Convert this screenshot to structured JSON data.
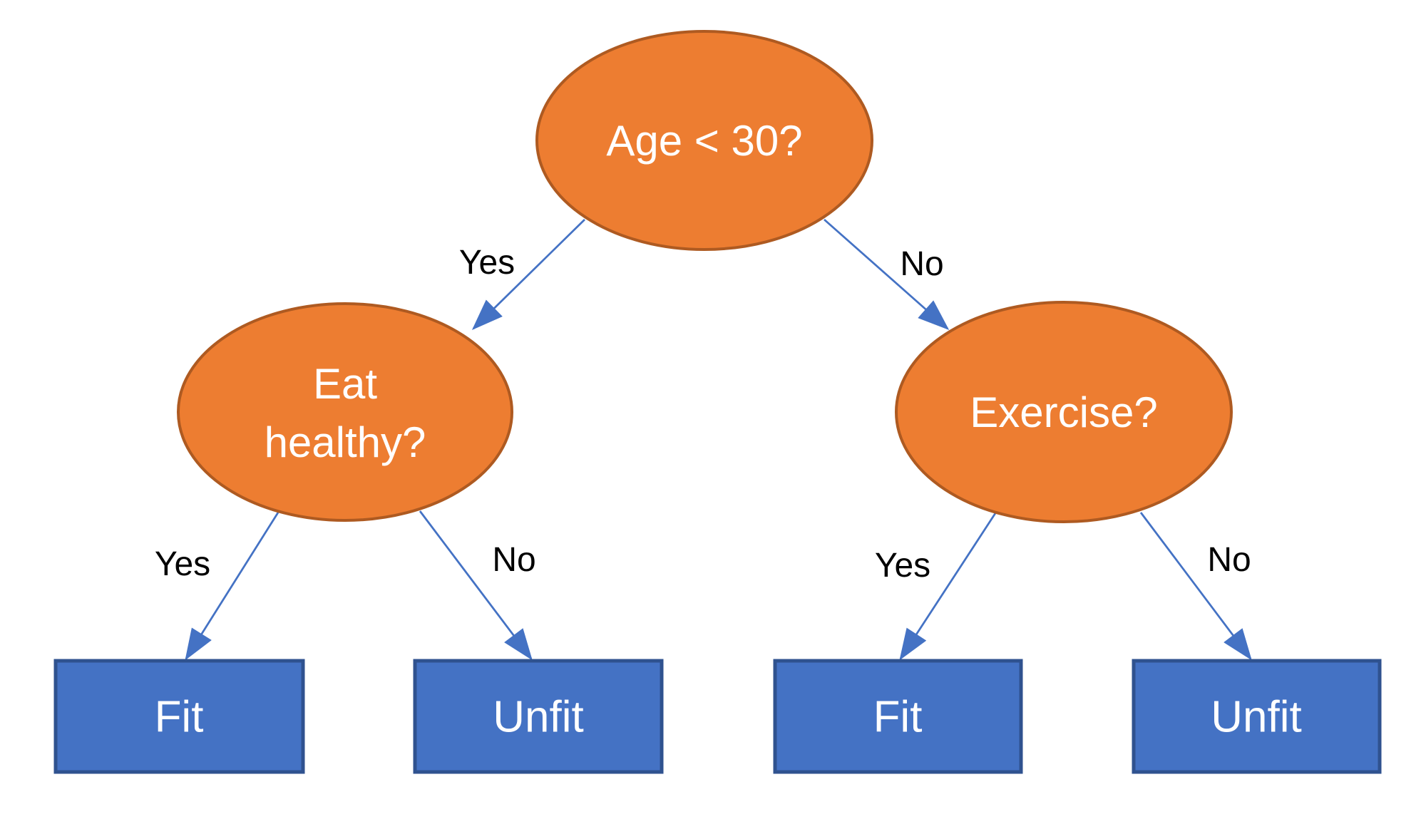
{
  "diagram": {
    "type": "decision-tree",
    "background": "#FFFFFF",
    "colors": {
      "node_fill": "#ED7D31",
      "node_border": "#AE5A21",
      "leaf_fill": "#4472C4",
      "leaf_border": "#2F528F",
      "edge_color": "#4472C4",
      "shape_text": "#FFFFFF",
      "edge_label_text": "#000000"
    },
    "nodes": {
      "age": {
        "label": "Age < 30?"
      },
      "eat_healthy": {
        "line1": "Eat",
        "line2": "healthy?"
      },
      "exercise": {
        "label": "Exercise?"
      }
    },
    "leaves": {
      "fit_left": {
        "label": "Fit"
      },
      "unfit_left": {
        "label": "Unfit"
      },
      "fit_right": {
        "label": "Fit"
      },
      "unfit_right": {
        "label": "Unfit"
      }
    },
    "edge_labels": {
      "age_yes": "Yes",
      "age_no": "No",
      "eat_healthy_yes": "Yes",
      "eat_healthy_no": "No",
      "exercise_yes": "Yes",
      "exercise_no": "No"
    }
  }
}
